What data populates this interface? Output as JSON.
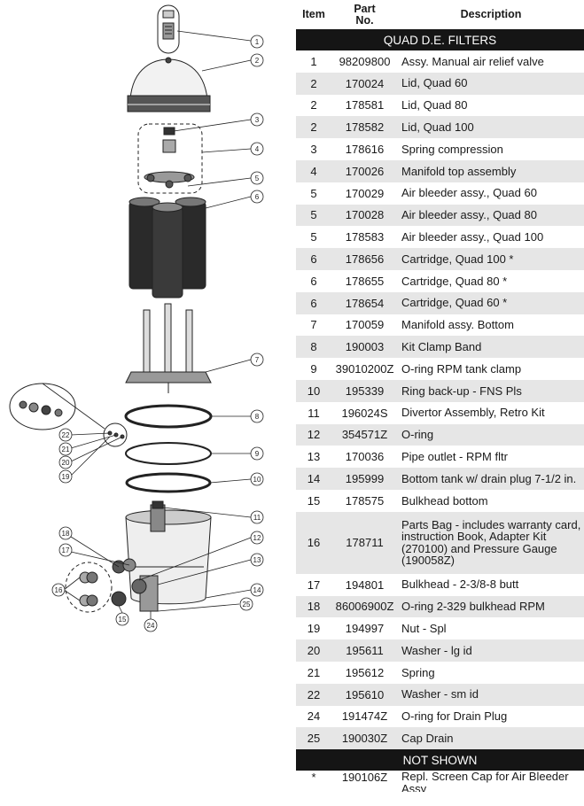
{
  "table": {
    "headers": {
      "item": "Item",
      "part_no": "Part\nNo.",
      "description": "Description"
    },
    "section_title": "QUAD D.E. FILTERS",
    "rows": [
      {
        "item": "1",
        "part": "98209800",
        "desc": "Assy. Manual air relief valve"
      },
      {
        "item": "2",
        "part": "170024",
        "desc": "Lid, Quad 60"
      },
      {
        "item": "2",
        "part": "178581",
        "desc": "Lid, Quad 80"
      },
      {
        "item": "2",
        "part": "178582",
        "desc": "Lid, Quad 100"
      },
      {
        "item": "3",
        "part": "178616",
        "desc": "Spring compression"
      },
      {
        "item": "4",
        "part": "170026",
        "desc": "Manifold top assembly"
      },
      {
        "item": "5",
        "part": "170029",
        "desc": "Air bleeder assy., Quad 60"
      },
      {
        "item": "5",
        "part": "170028",
        "desc": "Air bleeder assy., Quad 80"
      },
      {
        "item": "5",
        "part": "178583",
        "desc": "Air bleeder assy., Quad 100"
      },
      {
        "item": "6",
        "part": "178656",
        "desc": "Cartridge, Quad 100 *"
      },
      {
        "item": "6",
        "part": "178655",
        "desc": "Cartridge, Quad 80 *"
      },
      {
        "item": "6",
        "part": "178654",
        "desc": "Cartridge, Quad 60 *"
      },
      {
        "item": "7",
        "part": "170059",
        "desc": "Manifold assy. Bottom"
      },
      {
        "item": "8",
        "part": "190003",
        "desc": "Kit Clamp Band"
      },
      {
        "item": "9",
        "part": "39010200Z",
        "desc": "O-ring RPM tank clamp"
      },
      {
        "item": "10",
        "part": "195339",
        "desc": "Ring back-up - FNS Pls"
      },
      {
        "item": "11",
        "part": "196024S",
        "desc": "Divertor Assembly, Retro Kit"
      },
      {
        "item": "12",
        "part": "354571Z",
        "desc": "O-ring"
      },
      {
        "item": "13",
        "part": "170036",
        "desc": "Pipe outlet - RPM fltr"
      },
      {
        "item": "14",
        "part": "195999",
        "desc": "Bottom tank w/ drain plug 7-1/2 in."
      },
      {
        "item": "15",
        "part": "178575",
        "desc": "Bulkhead bottom"
      },
      {
        "item": "16",
        "part": "178711",
        "desc": "Parts Bag - includes warranty card, instruction Book, Adapter Kit (270100) and Pressure Gauge (190058Z)"
      },
      {
        "item": "17",
        "part": "194801",
        "desc": "Bulkhead - 2-3/8-8 butt"
      },
      {
        "item": "18",
        "part": "86006900Z",
        "desc": "O-ring 2-329 bulkhead RPM"
      },
      {
        "item": "19",
        "part": "194997",
        "desc": "Nut - Spl"
      },
      {
        "item": "20",
        "part": "195611",
        "desc": "Washer - lg id"
      },
      {
        "item": "21",
        "part": "195612",
        "desc": "Spring"
      },
      {
        "item": "22",
        "part": "195610",
        "desc": "Washer - sm id"
      },
      {
        "item": "24",
        "part": "191474Z",
        "desc": "O-ring for Drain Plug"
      },
      {
        "item": "25",
        "part": "190030Z",
        "desc": "Cap Drain"
      }
    ],
    "not_shown_title": "NOT SHOWN",
    "not_shown_rows": [
      {
        "item": "*",
        "part": "190106Z",
        "desc": "Repl. Screen Cap for Air Bleeder Assy"
      }
    ]
  },
  "diagram": {
    "callouts": [
      "1",
      "2",
      "3",
      "4",
      "5",
      "6",
      "7",
      "8",
      "9",
      "10",
      "11",
      "12",
      "13",
      "14",
      "15",
      "16",
      "17",
      "18",
      "19",
      "20",
      "21",
      "22",
      "24",
      "25"
    ]
  }
}
